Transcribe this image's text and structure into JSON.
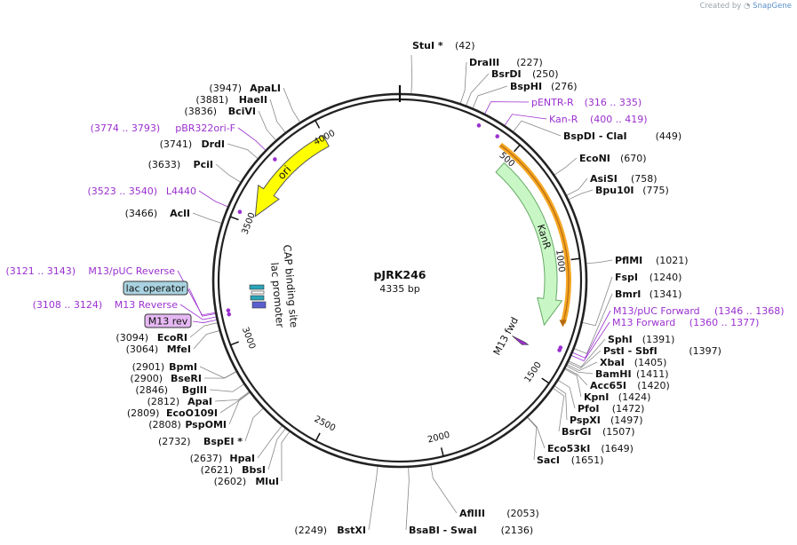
{
  "credit": {
    "prefix": "Created by",
    "brand": "SnapGene"
  },
  "plasmid": {
    "name": "pJRK246",
    "length_label": "4335 bp",
    "length": 4335
  },
  "colors": {
    "backbone": "#222222",
    "enzyme_line": "#888888",
    "primer": "#9b30d0",
    "ori": "#ffff00",
    "kanr": "#c8f7c5",
    "kan_orange": "#f5a623",
    "lac_operator": "#a9d3e0",
    "m13_rev_fill": "#e5b8f3"
  },
  "ticks": [
    "500",
    "1000",
    "1500",
    "2000",
    "2500",
    "3000",
    "3500",
    "4000"
  ],
  "features": [
    {
      "id": "ori",
      "label": "ori"
    },
    {
      "id": "kanr",
      "label": "KanR"
    },
    {
      "id": "m13fwd",
      "label": "M13 fwd"
    },
    {
      "id": "cap",
      "label": "CAP binding site"
    },
    {
      "id": "lacp",
      "label": "lac promoter"
    }
  ],
  "boxes": [
    {
      "id": "lac_operator",
      "label": "lac operator"
    },
    {
      "id": "m13_rev",
      "label": "M13 rev"
    }
  ],
  "enzymes": [
    {
      "name": "StuI *",
      "pos": "(42)",
      "side": "top"
    },
    {
      "name": "DraIII",
      "pos": "(227)",
      "side": "right"
    },
    {
      "name": "BsrDI",
      "pos": "(250)",
      "side": "right"
    },
    {
      "name": "BspHI",
      "pos": "(276)",
      "side": "right"
    },
    {
      "name": "BspDI  - ClaI",
      "pos": "(449)",
      "side": "right"
    },
    {
      "name": "EcoNI",
      "pos": "(670)",
      "side": "right"
    },
    {
      "name": "AsiSI",
      "pos": "(758)",
      "side": "right"
    },
    {
      "name": "Bpu10I",
      "pos": "(775)",
      "side": "right"
    },
    {
      "name": "PflMI",
      "pos": "(1021)",
      "side": "right"
    },
    {
      "name": "FspI",
      "pos": "(1240)",
      "side": "right"
    },
    {
      "name": "BmrI",
      "pos": "(1341)",
      "side": "right"
    },
    {
      "name": "SphI",
      "pos": "(1391)",
      "side": "right"
    },
    {
      "name": "PstI  - SbfI",
      "pos": "(1397)",
      "side": "right"
    },
    {
      "name": "XbaI",
      "pos": "(1405)",
      "side": "right"
    },
    {
      "name": "BamHI",
      "pos": "(1411)",
      "side": "right"
    },
    {
      "name": "Acc65I",
      "pos": "(1420)",
      "side": "right"
    },
    {
      "name": "KpnI",
      "pos": "(1424)",
      "side": "right"
    },
    {
      "name": "PfoI",
      "pos": "(1472)",
      "side": "right"
    },
    {
      "name": "PspXI",
      "pos": "(1497)",
      "side": "right"
    },
    {
      "name": "BsrGI",
      "pos": "(1507)",
      "side": "right"
    },
    {
      "name": "Eco53kI",
      "pos": "(1649)",
      "side": "right"
    },
    {
      "name": "SacI",
      "pos": "(1651)",
      "side": "right"
    },
    {
      "name": "AflIII",
      "pos": "(2053)",
      "side": "right"
    },
    {
      "name": "BsaBI  - SwaI",
      "pos": "(2136)",
      "side": "right"
    },
    {
      "name": "BstXI",
      "pos": "(2249)",
      "side": "left"
    },
    {
      "name": "MluI",
      "pos": "(2602)",
      "side": "left"
    },
    {
      "name": "BbsI",
      "pos": "(2621)",
      "side": "left"
    },
    {
      "name": "HpaI",
      "pos": "(2637)",
      "side": "left"
    },
    {
      "name": "BsaBI",
      "pos": "",
      "side": "none"
    },
    {
      "name": "BspEI *",
      "pos": "(2732)",
      "side": "left"
    },
    {
      "name": "PspOMI",
      "pos": "(2808)",
      "side": "left"
    },
    {
      "name": "EcoO109I",
      "pos": "(2809)",
      "side": "left"
    },
    {
      "name": "ApaI",
      "pos": "(2812)",
      "side": "left"
    },
    {
      "name": "BglII",
      "pos": "(2846)",
      "side": "left"
    },
    {
      "name": "BseRI",
      "pos": "(2900)",
      "side": "left"
    },
    {
      "name": "BpmI",
      "pos": "(2901)",
      "side": "left"
    },
    {
      "name": "MfeI",
      "pos": "(3064)",
      "side": "left"
    },
    {
      "name": "EcoRI",
      "pos": "(3094)",
      "side": "left"
    },
    {
      "name": "AclI",
      "pos": "(3466)",
      "side": "left"
    },
    {
      "name": "PciI",
      "pos": "(3633)",
      "side": "left"
    },
    {
      "name": "DrdI",
      "pos": "(3741)",
      "side": "left"
    },
    {
      "name": "BciVI",
      "pos": "(3836)",
      "side": "left"
    },
    {
      "name": "HaeII",
      "pos": "(3881)",
      "side": "left"
    },
    {
      "name": "ApaLI",
      "pos": "(3947)",
      "side": "left"
    }
  ],
  "primers": [
    {
      "name": "pENTR-R",
      "pos": "(316 .. 335)"
    },
    {
      "name": "Kan-R",
      "pos": "(400 .. 419)"
    },
    {
      "name": "M13/pUC Forward",
      "pos": "(1346 .. 1368)"
    },
    {
      "name": "M13 Forward",
      "pos": "(1360 .. 1377)"
    },
    {
      "name": "M13/pUC Reverse",
      "pos": "(3121 .. 3143)"
    },
    {
      "name": "M13 Reverse",
      "pos": "(3108 .. 3124)"
    },
    {
      "name": "L4440",
      "pos": "(3523 .. 3540)"
    },
    {
      "name": "pBR322ori-F",
      "pos": "(3774 .. 3793)"
    }
  ]
}
